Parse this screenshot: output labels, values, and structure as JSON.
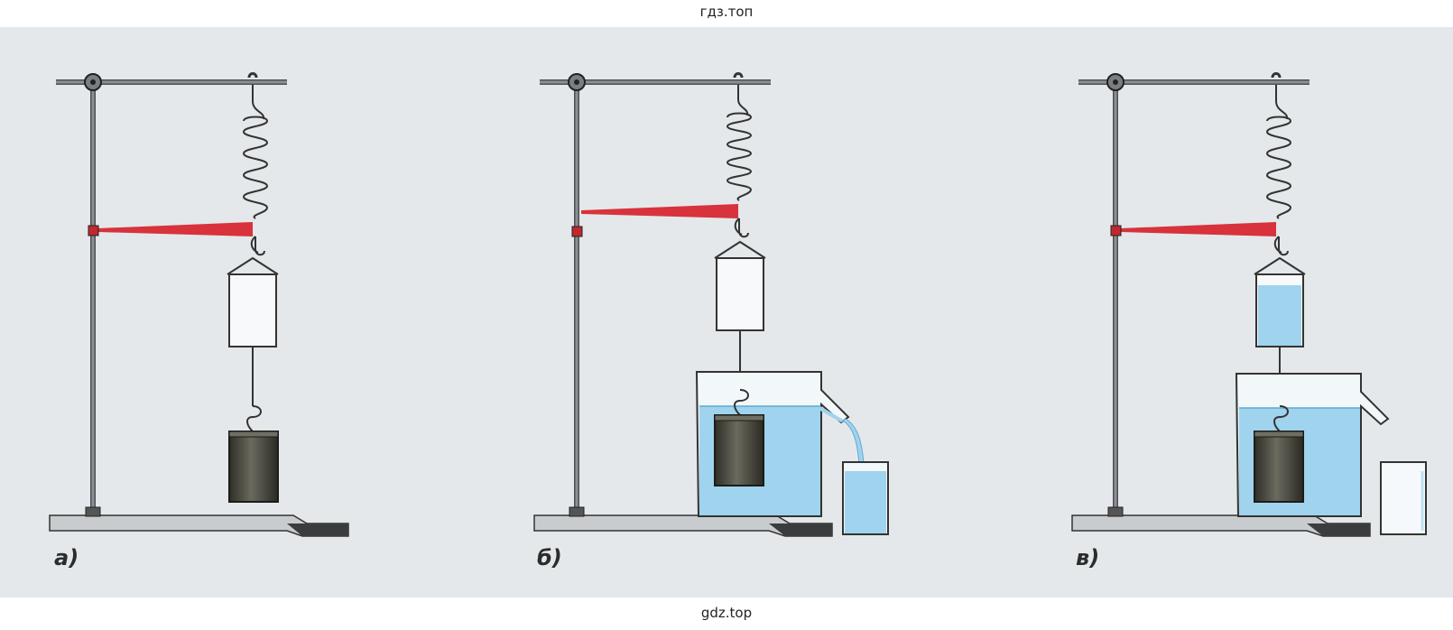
{
  "watermark_top": "гдз.топ",
  "watermark_bottom": "gdz.top",
  "panels": [
    {
      "label": "а)",
      "state": "weight-in-air"
    },
    {
      "label": "б)",
      "state": "weight-submerged-water-overflowing"
    },
    {
      "label": "в)",
      "state": "weight-submerged-displaced-water-poured-into-cylinder"
    }
  ],
  "colors": {
    "background": "#e4e8ea",
    "pointer": "#d8323c",
    "water": "#9fd3ee",
    "metal_weight": "#4a4a40",
    "stand": "#5b5f62"
  }
}
